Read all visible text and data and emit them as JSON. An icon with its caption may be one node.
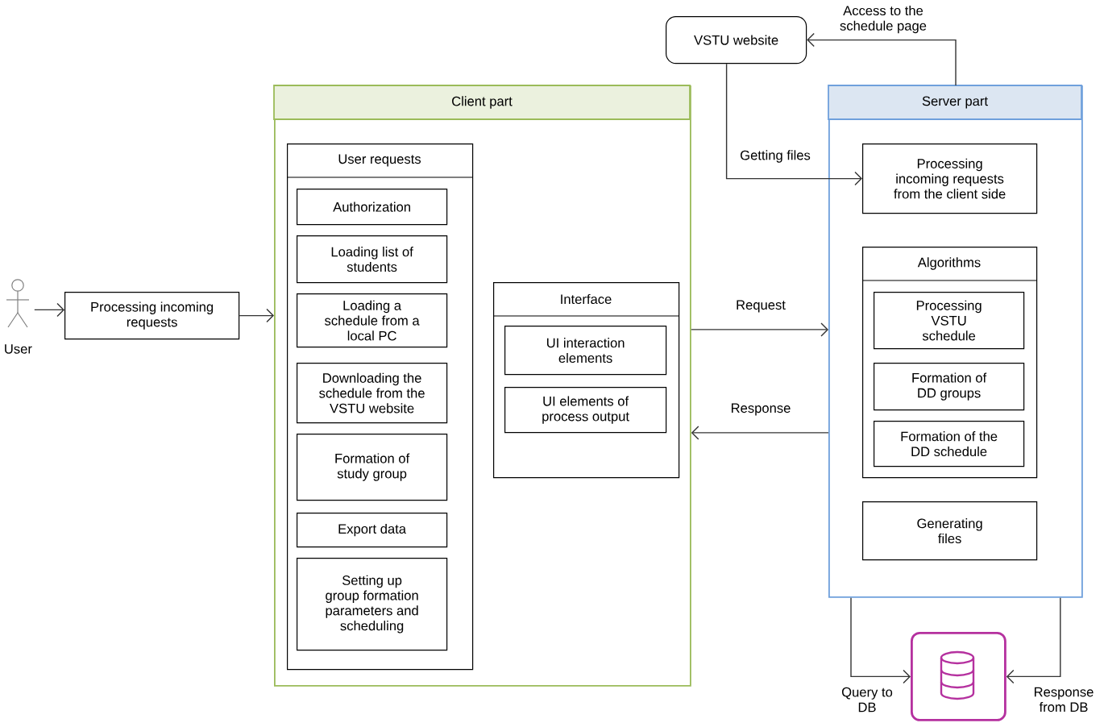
{
  "diagram": {
    "nodes": [
      {
        "text": [
          "User"
        ]
      },
      {
        "text": [
          "Processing incoming requests"
        ]
      },
      {
        "text": [
          "Client part"
        ]
      },
      {
        "text": [
          "User requests"
        ],
        "in": 2
      },
      {
        "text": [
          "Authorization"
        ],
        "in": 3
      },
      {
        "text": [
          "Loading list of students"
        ],
        "in": 3
      },
      {
        "text": [
          "Loading a schedule from a local PC"
        ],
        "in": 3
      },
      {
        "text": [
          "Downloading the schedule from the VSTU website"
        ],
        "in": 3
      },
      {
        "text": [
          "Formation of study group"
        ],
        "in": 3
      },
      {
        "text": [
          "Export data"
        ],
        "in": 3
      },
      {
        "text": [
          "Setting up group formation parameters and scheduling"
        ],
        "in": 3
      },
      {
        "text": [
          "Interface"
        ],
        "in": 2
      },
      {
        "text": [
          "UI interaction elements"
        ],
        "in": 11
      },
      {
        "text": [
          "UI elements of process output"
        ],
        "in": 11
      },
      {
        "text": [
          "VSTU website"
        ]
      },
      {
        "text": [
          "Server part"
        ]
      },
      {
        "text": [
          "Processing incoming requests from the client side"
        ],
        "in": 15
      },
      {
        "text": [
          "Algorithms"
        ],
        "in": 15
      },
      {
        "text": [
          "Processing VSTU schedule"
        ],
        "in": 17
      },
      {
        "text": [
          "Formation of DD groups"
        ],
        "in": 17
      },
      {
        "text": [
          "Formation of the DD schedule"
        ],
        "in": 17
      },
      {
        "text": [
          "Generating files"
        ],
        "in": 15
      },
      {
        "text": [],
        "shape": "cylinder"
      }
    ],
    "edges": [
      {
        "from": 0,
        "to": 1,
        "arrow": "to"
      },
      {
        "from": 1,
        "to": 2,
        "arrow": "to"
      },
      {
        "from": 2,
        "to": 15,
        "arrow": "to",
        "label": "Request"
      },
      {
        "from": 15,
        "to": 2,
        "arrow": "to",
        "label": "Response"
      },
      {
        "from": 14,
        "to": 16,
        "arrow": "to",
        "label": "Getting files"
      },
      {
        "from": 15,
        "to": 14,
        "arrow": "to",
        "label": "Access to the schedule page"
      },
      {
        "from": 15,
        "to": 22,
        "arrow": "to",
        "label": "Query to DB"
      },
      {
        "from": 15,
        "to": 22,
        "arrow": "to",
        "label": "Response from DB"
      }
    ]
  }
}
